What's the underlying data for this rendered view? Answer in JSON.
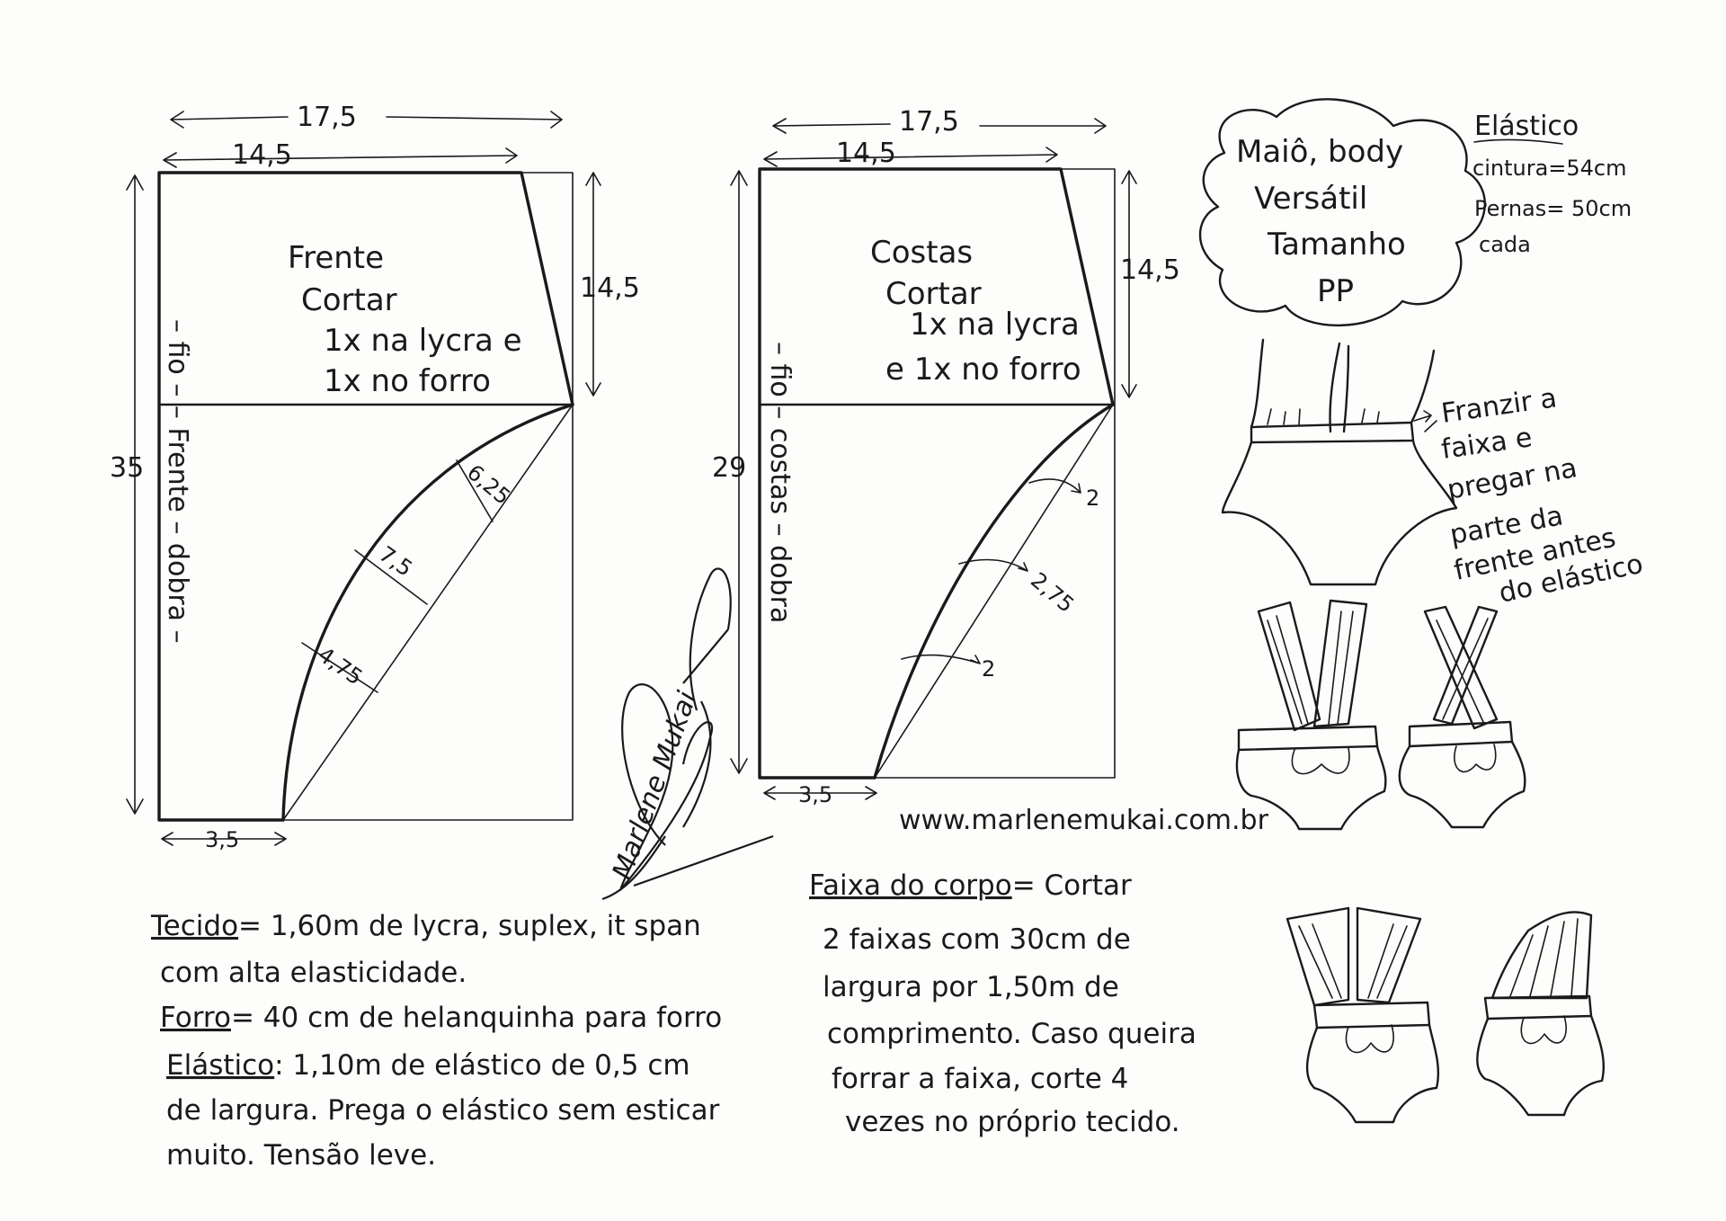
{
  "front_piece": {
    "top_width_total": "17,5",
    "top_width": "14,5",
    "side_height": "14,5",
    "height": "35",
    "bottom_width": "3,5",
    "title": "Frente",
    "cut_lines": [
      "Cortar",
      "1x na lycra e",
      "1x no forro"
    ],
    "fold_label": "– fio – – Frente – dobra –",
    "curve_offsets": [
      "6,25",
      "7,5",
      "4,75"
    ]
  },
  "back_piece": {
    "top_width_total": "17,5",
    "top_width": "14,5",
    "side_height": "14,5",
    "height": "29",
    "bottom_width": "3,5",
    "title": "Costas",
    "cut_lines": [
      "Cortar",
      "1x na lycra",
      "e 1x no forro"
    ],
    "fold_label": "– fio – costas – dobra",
    "curve_offsets": [
      "2",
      "2,75",
      "2"
    ]
  },
  "cloud_title": [
    "Maiô, body",
    "Versátil",
    "Tamanho",
    "PP"
  ],
  "elastic_info": {
    "heading": "Elástico",
    "lines": [
      "cintura=54cm",
      "Pernas= 50cm",
      "cada"
    ]
  },
  "gather_note": [
    "Franzir a",
    "faixa e",
    "pregar na",
    "parte da",
    "frente antes",
    "do elástico"
  ],
  "website": "www.marlenemukai.com.br",
  "signature": "Marlene Mukai",
  "fabric_notes": [
    {
      "label": "Tecido",
      "text": "= 1,60m de lycra, suplex, it span"
    },
    {
      "label": "",
      "text": "com alta elasticidade."
    },
    {
      "label": "Forro",
      "text": "= 40 cm de helanquinha para forro"
    },
    {
      "label": "Elástico",
      "text": ": 1,10m de elástico de 0,5 cm"
    },
    {
      "label": "",
      "text": "de largura. Prega o elástico sem esticar"
    },
    {
      "label": "",
      "text": "muito. Tensão leve."
    }
  ],
  "band_notes": [
    {
      "label": "Faixa do corpo",
      "text": "= Cortar"
    },
    {
      "label": "",
      "text": "2 faixas com 30cm de"
    },
    {
      "label": "",
      "text": "largura por 1,50m de"
    },
    {
      "label": "",
      "text": "comprimento. Caso queira"
    },
    {
      "label": "",
      "text": "forrar a faixa, corte 4"
    },
    {
      "label": "",
      "text": "vezes no próprio tecido."
    }
  ]
}
